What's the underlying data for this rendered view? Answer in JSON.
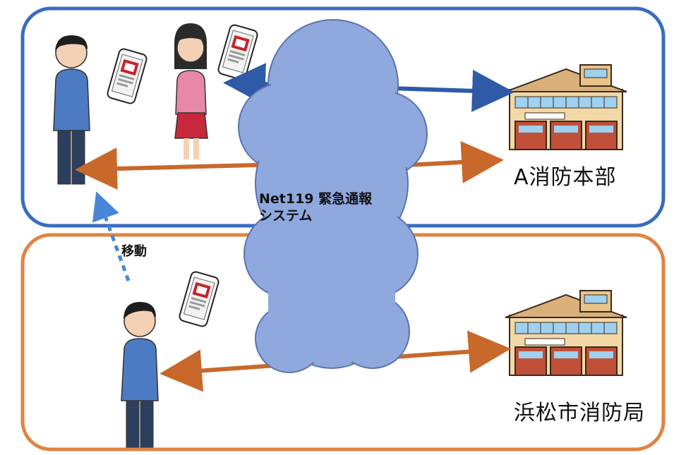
{
  "regions": [
    {
      "id": "a-area",
      "border_color": "#3a6cc0"
    },
    {
      "id": "hamamatsu-area",
      "border_color": "#e08442"
    }
  ],
  "cloud": {
    "line1": "Net119 緊急通報",
    "line2": "システム",
    "color": "#8fa8de"
  },
  "stations": {
    "a": {
      "label": "A消防本部"
    },
    "hamamatsu": {
      "label": "浜松市消防局"
    }
  },
  "move": {
    "label": "移動",
    "color": "#4a86d8"
  },
  "colors": {
    "blue_arrow": "#2f5aa6",
    "orange_arrow": "#c8682a"
  }
}
